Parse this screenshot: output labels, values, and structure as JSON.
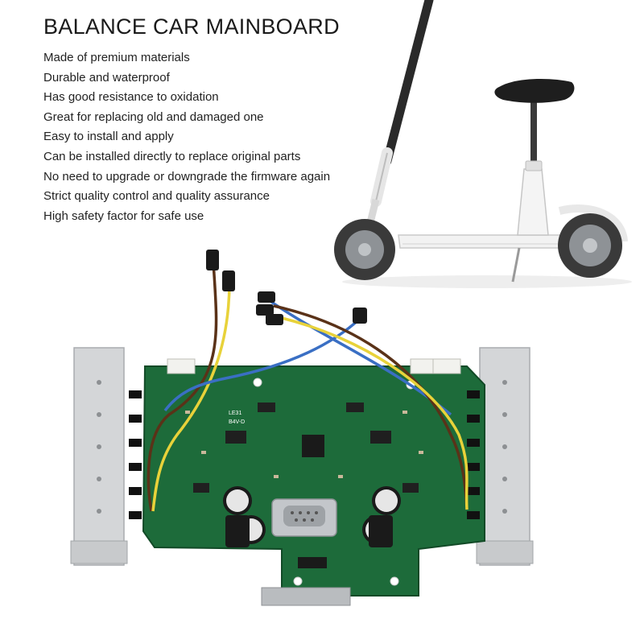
{
  "title": "BALANCE CAR MAINBOARD",
  "features": [
    "Made of premium materials",
    "Durable and waterproof",
    "Has good resistance to oxidation",
    "Great for replacing old and damaged one",
    "Easy to install and apply",
    "Can be installed directly to replace original parts",
    "No need to upgrade or downgrade the firmware again",
    "Strict quality control and quality assurance",
    "High safety factor for safe use"
  ],
  "board_markings": {
    "silkscreen_1": "LE31",
    "silkscreen_2": "B4V-D"
  },
  "colors": {
    "pcb_green": "#1d6b3a",
    "heatsink": "#d4d6d8",
    "wire_yellow": "#e8d23a",
    "wire_blue": "#3a6fc4",
    "wire_brown": "#5a3218"
  }
}
